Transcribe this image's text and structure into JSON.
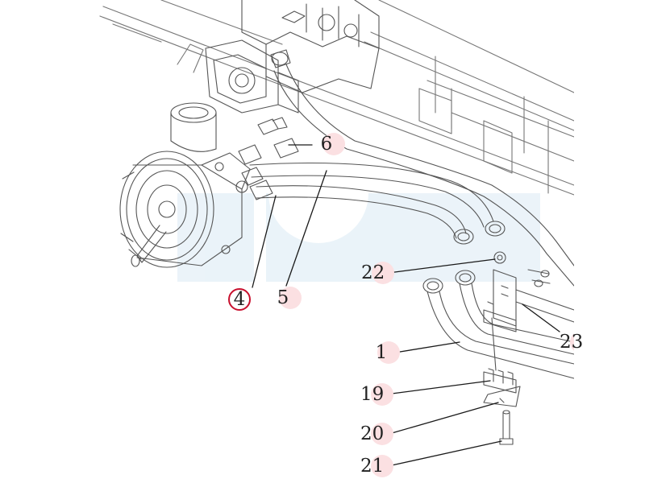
{
  "diagram": {
    "colors": {
      "line": "#555555",
      "leader": "#1a1a1a",
      "halo": "#fbe0e2",
      "highlight_ring": "#c8102e",
      "watermark": "#e2eef7"
    },
    "parts": [
      {
        "id": "1",
        "label": "1"
      },
      {
        "id": "4",
        "label": "4",
        "highlighted": true
      },
      {
        "id": "5",
        "label": "5"
      },
      {
        "id": "6",
        "label": "6"
      },
      {
        "id": "19",
        "label": "19"
      },
      {
        "id": "20",
        "label": "20"
      },
      {
        "id": "21",
        "label": "21"
      },
      {
        "id": "22",
        "label": "22"
      },
      {
        "id": "23",
        "label": "23"
      }
    ]
  }
}
